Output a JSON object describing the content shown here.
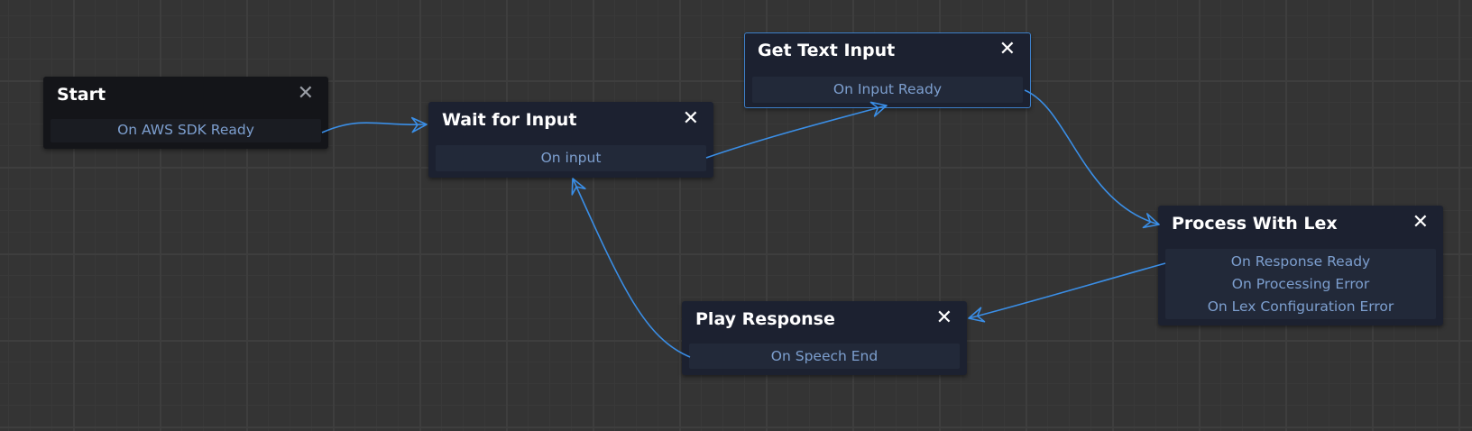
{
  "graph": {
    "nodes": [
      {
        "id": "start",
        "title": "Start",
        "close_icon": "close-icon",
        "outputs": [
          "On AWS SDK Ready"
        ]
      },
      {
        "id": "wait",
        "title": "Wait for Input",
        "close_icon": "close-icon",
        "outputs": [
          "On input"
        ]
      },
      {
        "id": "text",
        "title": "Get Text Input",
        "close_icon": "close-icon",
        "outputs": [
          "On Input Ready"
        ]
      },
      {
        "id": "lex",
        "title": "Process With Lex",
        "close_icon": "close-icon",
        "outputs": [
          "On Response Ready",
          "On Processing Error",
          "On Lex Configuration Error"
        ]
      },
      {
        "id": "play",
        "title": "Play Response",
        "close_icon": "close-icon",
        "outputs": [
          "On Speech End"
        ]
      }
    ],
    "links": [
      {
        "from": "start",
        "output": "On AWS SDK Ready",
        "to": "wait"
      },
      {
        "from": "wait",
        "output": "On input",
        "to": "text"
      },
      {
        "from": "text",
        "output": "On Input Ready",
        "to": "lex"
      },
      {
        "from": "lex",
        "output": "On Response Ready",
        "to": "play"
      },
      {
        "from": "play",
        "output": "On Speech End",
        "to": "wait"
      }
    ],
    "selected_node": "text"
  },
  "icons": {
    "close": "✕"
  },
  "colors": {
    "link": "#3a8ee6",
    "canvas_background": "#343434",
    "node_background": "#1c2130",
    "start_node_background": "#141519",
    "output_text": "#7d9fcf",
    "selected_border": "#3d7fc9"
  }
}
